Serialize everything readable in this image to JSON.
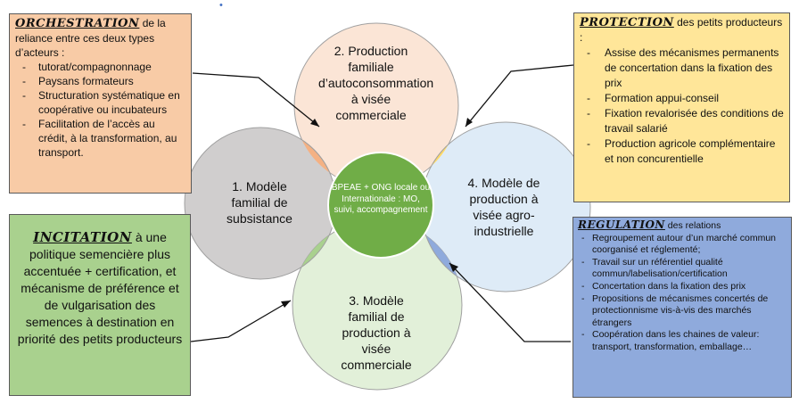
{
  "orchestration": {
    "title": "ORCHESTRATION",
    "text": " de la reliance entre ces deux types d’acteurs :",
    "items": [
      "tutorat/compagnonnage",
      "Paysans formateurs",
      "Structuration systématique en coopérative ou incubateurs",
      "Facilitation de l’accès au crédit, à la transformation, au transport."
    ]
  },
  "protection": {
    "title": "PROTECTION",
    "text": " des petits producteurs :",
    "items": [
      "Assise des mécanismes permanents de concertation dans la fixation des prix",
      "Formation appui-conseil",
      "Fixation revalorisée des conditions de travail salarié",
      "Production agricole complémentaire et non concurentielle"
    ]
  },
  "incitation": {
    "title": "INCITATION",
    "text": " à une politique semencière plus accentuée + certification, et mécanisme de préférence  et de vulgarisation des semences à destination en priorité des petits producteurs"
  },
  "regulation": {
    "title": "REGULATION",
    "text": " des relations",
    "items": [
      "Regroupement autour d’un marché commun coorganisé et réglementé;",
      "Travail sur un référentiel qualité commun/labelisation/certification",
      "Concertation dans la fixation des prix",
      "Propositions de mécanismes concertés de protectionnisme vis-à-vis des marchés étrangers",
      "Coopération dans les chaines de valeur: transport, transformation, emballage…"
    ]
  },
  "models": {
    "m1": "1. Modèle familial de subsistance",
    "m2": "2. Production familiale d’autoconsommation à visée commerciale",
    "m3": "3. Modèle familial de production à visée commerciale",
    "m4": "4. Modèle de production à visée agro-industrielle"
  },
  "center": "BPEAE + ONG locale ou Internationale : MO, suivi, accompagnement",
  "colors": {
    "orchestration_bg": "#f8cba6",
    "protection_bg": "#ffe699",
    "incitation_bg": "#a9d18e",
    "regulation_bg": "#8faadc",
    "circle_top": "#fbe5d6",
    "circle_left": "#d0cece",
    "circle_right": "#deebf7",
    "circle_bottom": "#e2f0d9",
    "center_circle": "#70ad47"
  }
}
